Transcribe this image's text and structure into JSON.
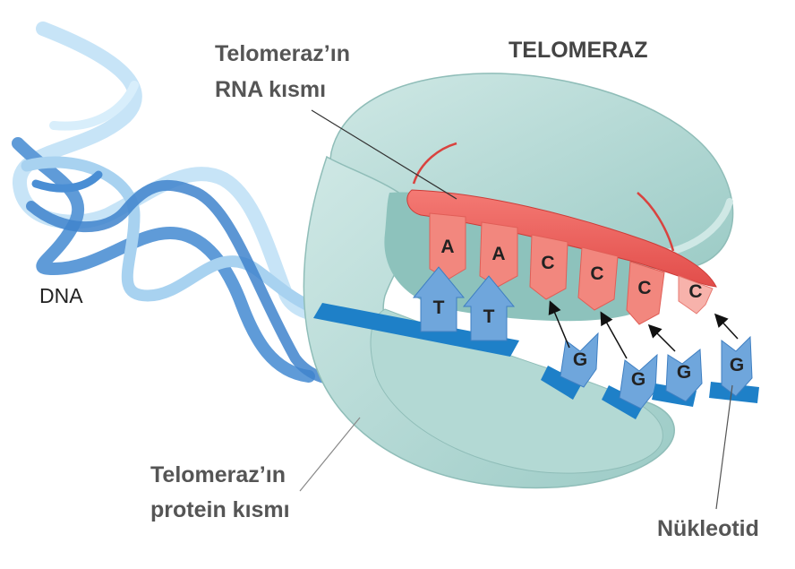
{
  "labels": {
    "title": "TELOMERAZ",
    "rna_part": [
      "Telomeraz’ın",
      "RNA kısmı"
    ],
    "dna": "DNA",
    "protein_part": [
      "Telomeraz’ın",
      "protein kısmı"
    ],
    "nucleotide": "Nükleotid"
  },
  "rna_bases": [
    "A",
    "A",
    "C",
    "C",
    "C",
    "C"
  ],
  "dna_paired_bases": [
    "T",
    "T"
  ],
  "incoming_nucleotides": [
    "G",
    "G",
    "G",
    "G"
  ],
  "colors": {
    "protein": "#b9dcd8",
    "protein_inner": "#a3cdc8",
    "rna": "#ee5f5b",
    "rna_base": "#f2877e",
    "dna_dark": "#5f9bd8",
    "dna_light": "#b9dcf4",
    "nucleotide": "#6fa6dc",
    "backbone": "#1e80c8"
  }
}
